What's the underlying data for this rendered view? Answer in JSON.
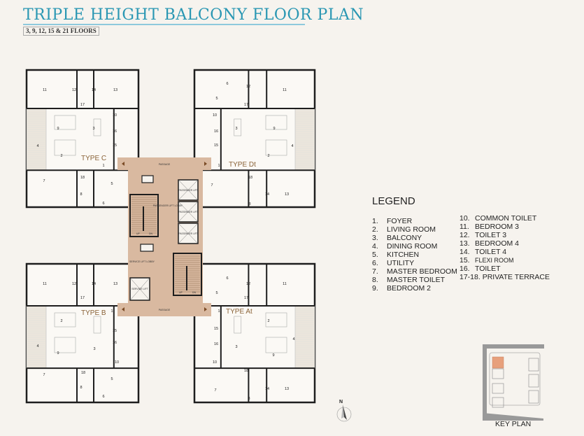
{
  "header": {
    "title": "TRIPLE HEIGHT BALCONY FLOOR PLAN",
    "floors": "3, 9, 12, 15 & 21 FLOORS"
  },
  "colors": {
    "title": "#2a97b3",
    "core": "#d9b9a0",
    "wall": "#1e1e1e",
    "background": "#f6f3ee",
    "keyplan_highlight": "#e7a07c"
  },
  "plan": {
    "units": [
      {
        "type": "TYPE C",
        "rooms": [
          "11",
          "12",
          "14",
          "13",
          "17",
          "10",
          "9",
          "3",
          "16",
          "15",
          "4",
          "2",
          "1",
          "18",
          "7",
          "5",
          "8",
          "6"
        ]
      },
      {
        "type": "TYPE Dt",
        "rooms": [
          "6",
          "12",
          "5",
          "11",
          "17",
          "10",
          "3",
          "9",
          "16",
          "15",
          "4",
          "2",
          "1",
          "18",
          "7",
          "14",
          "13",
          "8"
        ]
      },
      {
        "type": "TYPE B",
        "rooms": [
          "11",
          "12",
          "14",
          "13",
          "17",
          "1",
          "2",
          "15",
          "16",
          "4",
          "9",
          "3",
          "10",
          "18",
          "7",
          "5",
          "8",
          "6"
        ]
      },
      {
        "type": "TYPE At",
        "rooms": [
          "6",
          "12",
          "11",
          "5",
          "17",
          "1",
          "2",
          "15",
          "16",
          "3",
          "4",
          "9",
          "10",
          "18",
          "7",
          "14",
          "13",
          "8"
        ]
      }
    ],
    "core": {
      "passage": "PASSAGE",
      "passage_bottom": "PASSAGE",
      "lift_lobby": "PASSENGER LIFT LOBBY",
      "lifts": [
        "PASSENGER LIFT",
        "PASSENGER LIFT",
        "PASSENGER LIFT"
      ],
      "service_lobby": "SERVICE LIFT LOBBY",
      "service_lift": "SERVICE LIFT",
      "stair1_up": "UP",
      "stair1_dn": "DN",
      "stair2_up": "UP",
      "stair2_dn": "DN"
    },
    "north": "N"
  },
  "legend": {
    "title": "LEGEND",
    "col1": [
      {
        "num": "1.",
        "label": "FOYER"
      },
      {
        "num": "2.",
        "label": "LIVING ROOM"
      },
      {
        "num": "3.",
        "label": "BALCONY"
      },
      {
        "num": "4.",
        "label": "DINING ROOM"
      },
      {
        "num": "5.",
        "label": "KITCHEN"
      },
      {
        "num": "6.",
        "label": "UTILITY"
      },
      {
        "num": "7.",
        "label": "MASTER BEDROOM"
      },
      {
        "num": "8.",
        "label": "MASTER TOILET"
      },
      {
        "num": "9.",
        "label": "BEDROOM 2"
      }
    ],
    "col2": [
      {
        "num": "10.",
        "label": "COMMON TOILET"
      },
      {
        "num": "11.",
        "label": "BEDROOM 3"
      },
      {
        "num": "12.",
        "label": "TOILET 3"
      },
      {
        "num": "13.",
        "label": "BEDROOM 4"
      },
      {
        "num": "14.",
        "label": "TOILET 4"
      },
      {
        "num": "15.",
        "label": "FLEXI ROOM"
      },
      {
        "num": "16.",
        "label": "TOILET"
      },
      {
        "num": "",
        "label": "17-18. PRIVATE TERRACE"
      }
    ]
  },
  "keyplan": {
    "label": "KEY PLAN"
  }
}
